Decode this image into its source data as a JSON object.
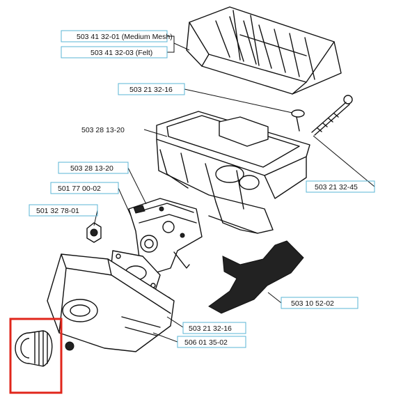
{
  "parts": [
    {
      "id": "p1",
      "number": "503 41 32-01 (Medium Mesh)"
    },
    {
      "id": "p2",
      "number": "503 41 32-03 (Felt)"
    },
    {
      "id": "p3",
      "number": "503 21 32-16"
    },
    {
      "id": "p4",
      "number": "503 28 13-20"
    },
    {
      "id": "p5",
      "number": "503 28 13-20"
    },
    {
      "id": "p6",
      "number": "501 77 00-02"
    },
    {
      "id": "p7",
      "number": "501 32 78-01"
    },
    {
      "id": "p8",
      "number": "503 21 32-45"
    },
    {
      "id": "p9",
      "number": "503 10 52-02"
    },
    {
      "id": "p10",
      "number": "503 21 32-16"
    },
    {
      "id": "p11",
      "number": "506 01 35-02"
    }
  ],
  "colors": {
    "label_box": "#5ab4d6",
    "highlight": "#e0261b",
    "line": "#111111"
  }
}
